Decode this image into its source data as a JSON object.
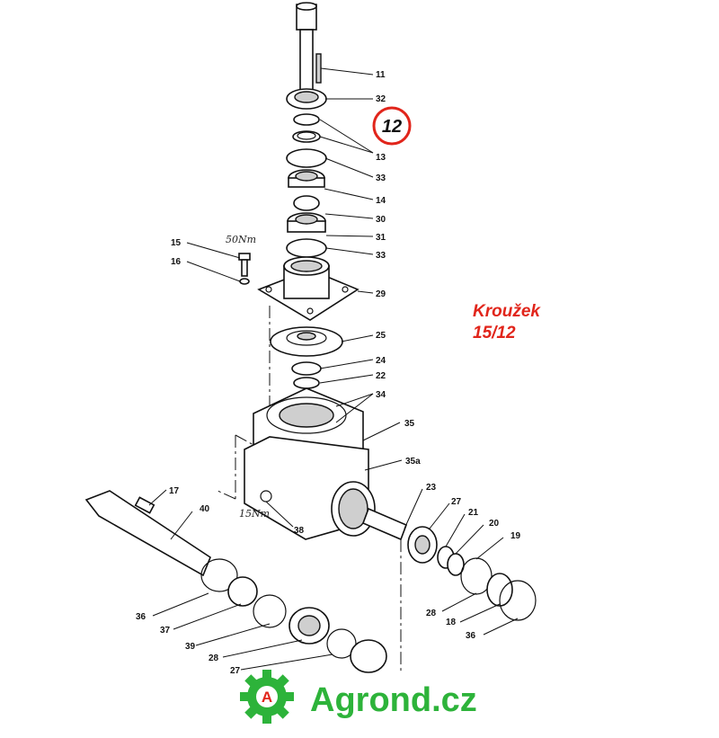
{
  "note": {
    "line1": "Kroužek",
    "line2": "15/12"
  },
  "callout": {
    "number": "12",
    "color": "#e1251b"
  },
  "torque_labels": {
    "upper": "50Nm",
    "lower": "15Nm"
  },
  "part_labels": [
    "11",
    "32",
    "13",
    "33",
    "14",
    "30",
    "31",
    "33",
    "29",
    "25",
    "24",
    "22",
    "34",
    "35",
    "35a",
    "15",
    "16",
    "17",
    "40",
    "38",
    "23",
    "27",
    "21",
    "20",
    "19",
    "28",
    "18",
    "36",
    "36",
    "37",
    "39",
    "28",
    "27"
  ],
  "brand": {
    "text": "Agrond.cz",
    "icon_letter": "A",
    "icon": "gear-logo-icon",
    "color": "#2db33a",
    "accent": "#e1251b"
  }
}
